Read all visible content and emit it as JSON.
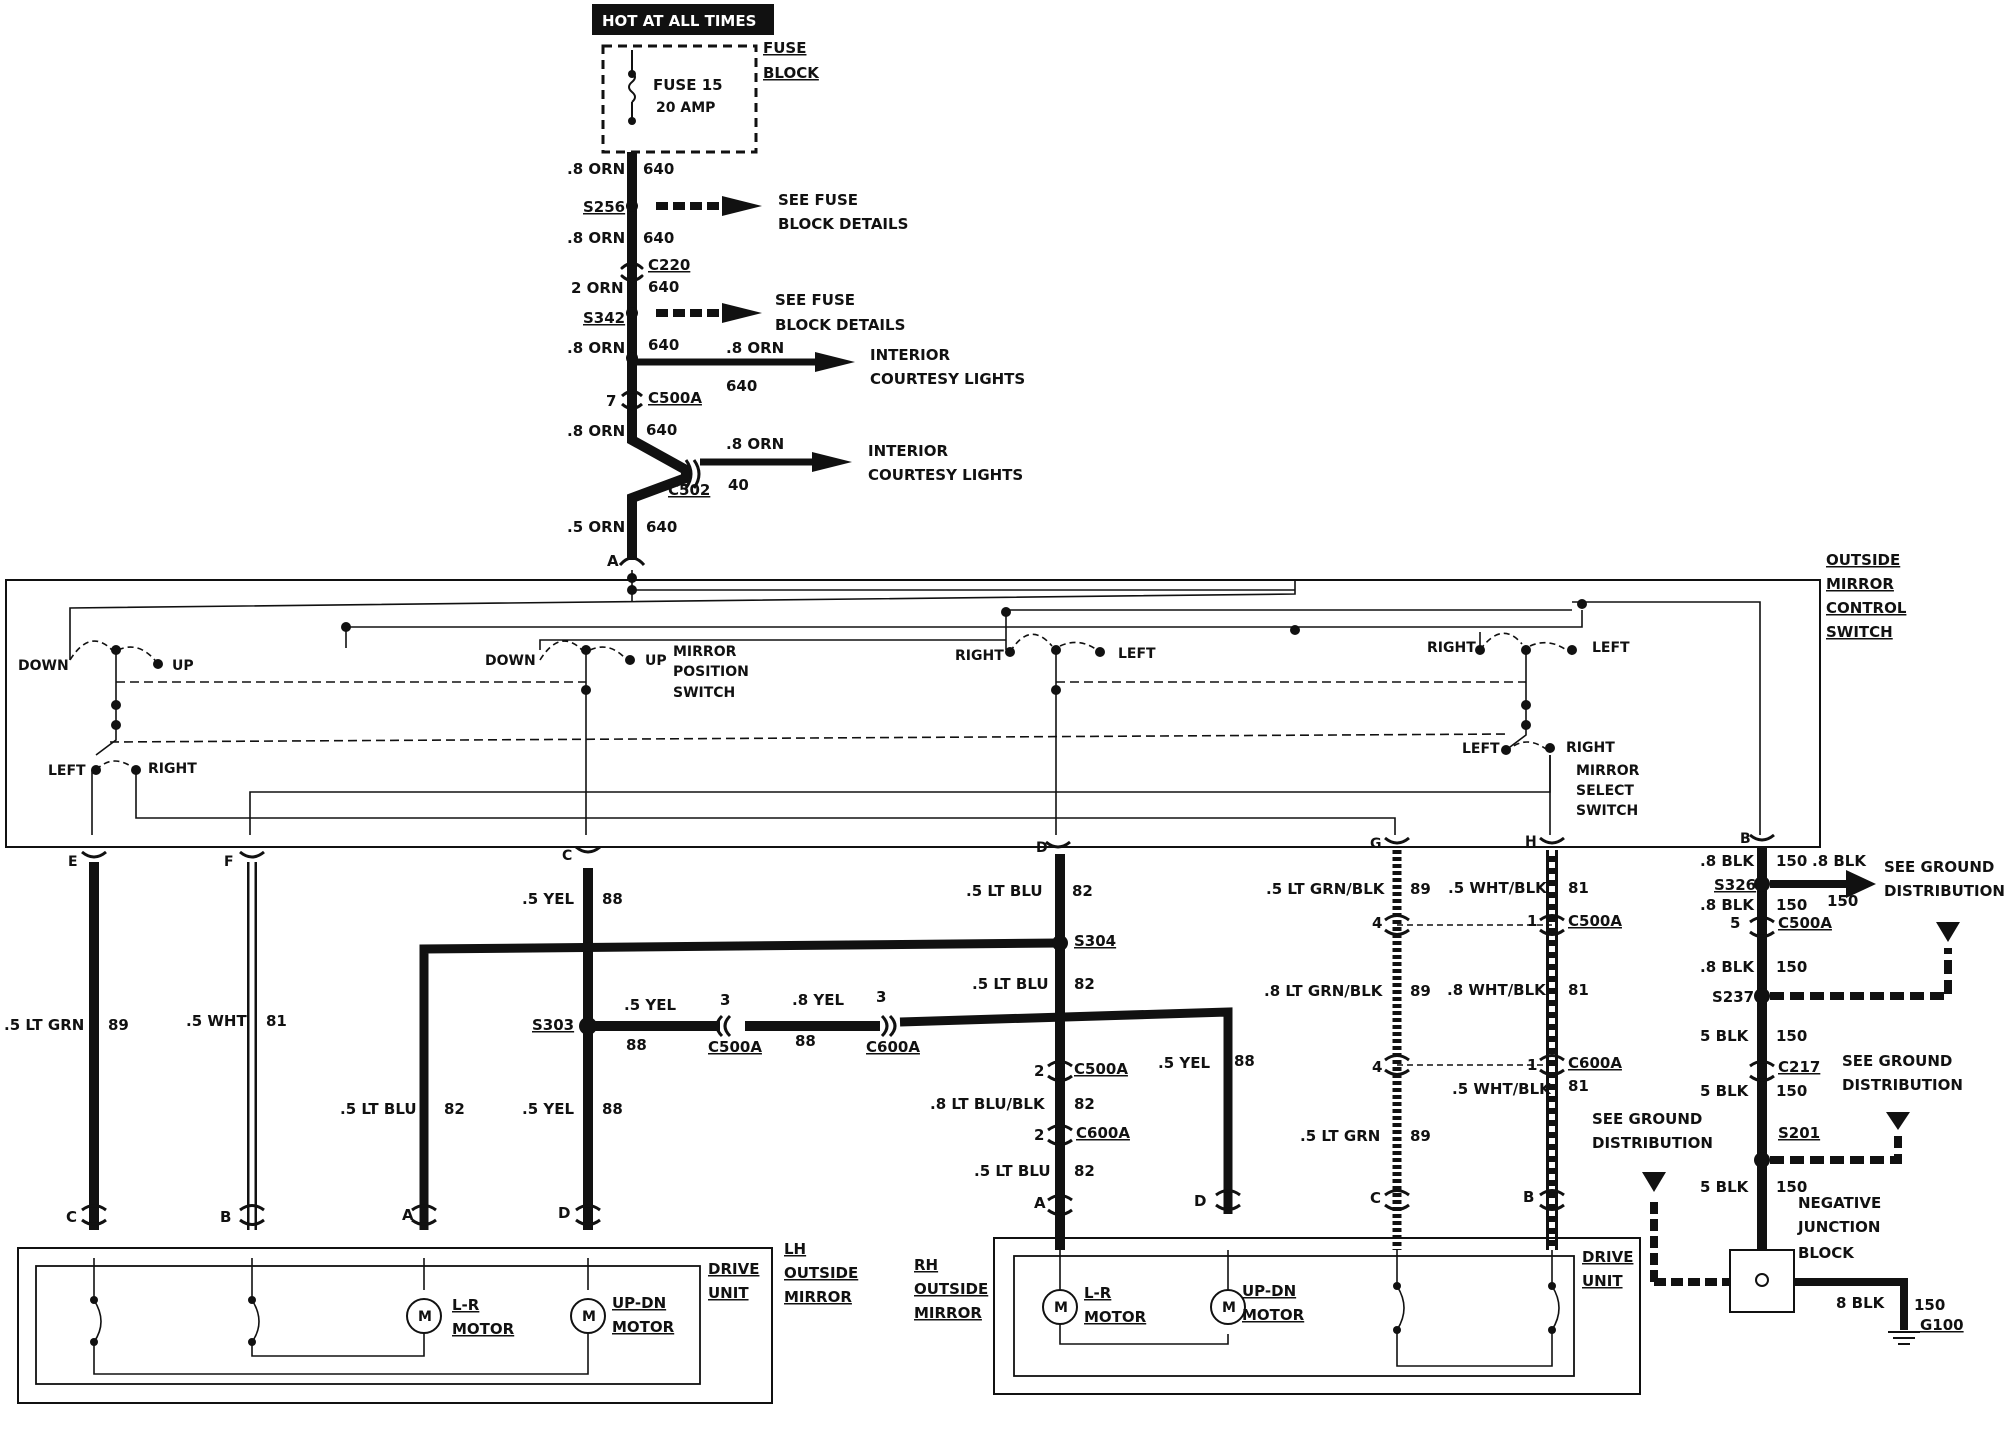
{
  "header": {
    "hot": "HOT AT ALL TIMES"
  },
  "fuse_block": {
    "label1": "FUSE",
    "label2": "BLOCK",
    "fuse": "FUSE 15",
    "amp": "20 AMP"
  },
  "feed": {
    "w1_size": ".8 ORN",
    "w1_num": "640",
    "s256": "S256",
    "see1a": "SEE FUSE",
    "see1b": "BLOCK DETAILS",
    "w2_size": ".8 ORN",
    "w2_num": "640",
    "c220": "C220",
    "w3_size": "2 ORN",
    "w3_num": "640",
    "s342": "S342",
    "see2a": "SEE FUSE",
    "see2b": "BLOCK DETAILS",
    "w4_size": ".8 ORN",
    "w4_num": "640",
    "br1_size": ".8 ORN",
    "br1_num": "640",
    "int1a": "INTERIOR",
    "int1b": "COURTESY LIGHTS",
    "c500a_pin": "7",
    "c500a": "C500A",
    "w5_size": ".8 ORN",
    "w5_num": "640",
    "br2_size": ".8 ORN",
    "br2_num": "40",
    "c502": "C502",
    "int2a": "INTERIOR",
    "int2b": "COURTESY LIGHTS",
    "w6_size": ".5 ORN",
    "w6_num": "640",
    "pin_a": "A"
  },
  "switch": {
    "title1": "OUTSIDE",
    "title2": "MIRROR",
    "title3": "CONTROL",
    "title4": "SWITCH",
    "down1": "DOWN",
    "up1": "UP",
    "down2": "DOWN",
    "up2": "UP",
    "pos1": "MIRROR",
    "pos2": "POSITION",
    "pos3": "SWITCH",
    "right1": "RIGHT",
    "left1": "LEFT",
    "right2": "RIGHT",
    "left2": "LEFT",
    "left3": "LEFT",
    "right3": "RIGHT",
    "left4": "LEFT",
    "right4": "RIGHT",
    "sel1": "MIRROR",
    "sel2": "SELECT",
    "sel3": "SWITCH",
    "pin_e": "E",
    "pin_f": "F",
    "pin_c": "C",
    "pin_d": "D",
    "pin_g": "G",
    "pin_h": "H",
    "pin_b": "B"
  },
  "wires": {
    "e_size": ".5 LT GRN",
    "e_num": "89",
    "f_size": ".5 WHT",
    "f_num": "81",
    "c_size": ".5 YEL",
    "c_num": "88",
    "s303": "S303",
    "h1_size": ".5 YEL",
    "h1_num": "88",
    "c500a_pin": "3",
    "c500a": "C500A",
    "h2_size": ".8 YEL",
    "h2_num": "88",
    "c600a_pin": "3",
    "c600a": "C600A",
    "c_low_size": ".5 YEL",
    "c_low_num": "88",
    "lhblu_size": ".5 LT BLU",
    "lhblu_num": "82",
    "d_size": ".5 LT BLU",
    "d_num": "82",
    "s304": "S304",
    "d2_size": ".5 LT BLU",
    "d2_num": "82",
    "d_c500a_pin": "2",
    "d_c500a": "C500A",
    "d3_size": ".8 LT BLU/BLK",
    "d3_num": "82",
    "d_c600a_pin": "2",
    "d_c600a": "C600A",
    "d4_size": ".5 LT BLU",
    "d4_num": "82",
    "rhyel_size": ".5 YEL",
    "rhyel_num": "88",
    "g_size": ".5 LT GRN/BLK",
    "g_num": "89",
    "g_c500a_pin": "4",
    "g2_size": ".8 LT GRN/BLK",
    "g2_num": "89",
    "g_c600a_pin": "4",
    "g3_size": ".5 LT GRN",
    "g3_num": "89",
    "h_size": ".5 WHT/BLK",
    "h_num": "81",
    "h_c500a_pin": "1",
    "h_c500a": "C500A",
    "h2b_size": ".8 WHT/BLK",
    "h2b_num": "81",
    "h_c600a_pin": "1",
    "h_c600a": "C600A",
    "h3_size": ".5 WHT/BLK",
    "h3_num": "81"
  },
  "ground": {
    "b1_size": ".8 BLK",
    "b1_num": "150",
    "s326": "S326",
    "g1_size": ".8 BLK",
    "g1_num": "150",
    "see1a": "SEE GROUND",
    "see1b": "DISTRIBUTION",
    "b2_size": ".8 BLK",
    "b2_num": "150",
    "c500a_pin": "5",
    "c500a": "C500A",
    "b3_size": ".8 BLK",
    "b3_num": "150",
    "s237": "S237",
    "b4_size": "5 BLK",
    "b4_num": "150",
    "c217": "C217",
    "see2a": "SEE GROUND",
    "see2b": "DISTRIBUTION",
    "b5_size": "5 BLK",
    "b5_num": "150",
    "see3a": "SEE GROUND",
    "see3b": "DISTRIBUTION",
    "s201": "S201",
    "b6_size": "5 BLK",
    "b6_num": "150",
    "neg1": "NEGATIVE",
    "neg2": "JUNCTION",
    "neg3": "BLOCK",
    "b7_size": "8 BLK",
    "b7_num": "150",
    "g100": "G100"
  },
  "lh_mirror": {
    "pin_c": "C",
    "pin_b": "B",
    "pin_a": "A",
    "pin_d": "D",
    "drive1": "DRIVE",
    "drive2": "UNIT",
    "lh1": "LH",
    "lh2": "OUTSIDE",
    "lh3": "MIRROR",
    "m": "M",
    "m2": "M",
    "lr1": "L-R",
    "lr2": "MOTOR",
    "ud1": "UP-DN",
    "ud2": "MOTOR"
  },
  "rh_mirror": {
    "pin_a": "A",
    "pin_d": "D",
    "pin_c": "C",
    "pin_b": "B",
    "drive1": "DRIVE",
    "drive2": "UNIT",
    "rh1": "RH",
    "rh2": "OUTSIDE",
    "rh3": "MIRROR",
    "m": "M",
    "m2": "M",
    "lr1": "L-R",
    "lr2": "MOTOR",
    "ud1": "UP-DN",
    "ud2": "MOTOR"
  }
}
